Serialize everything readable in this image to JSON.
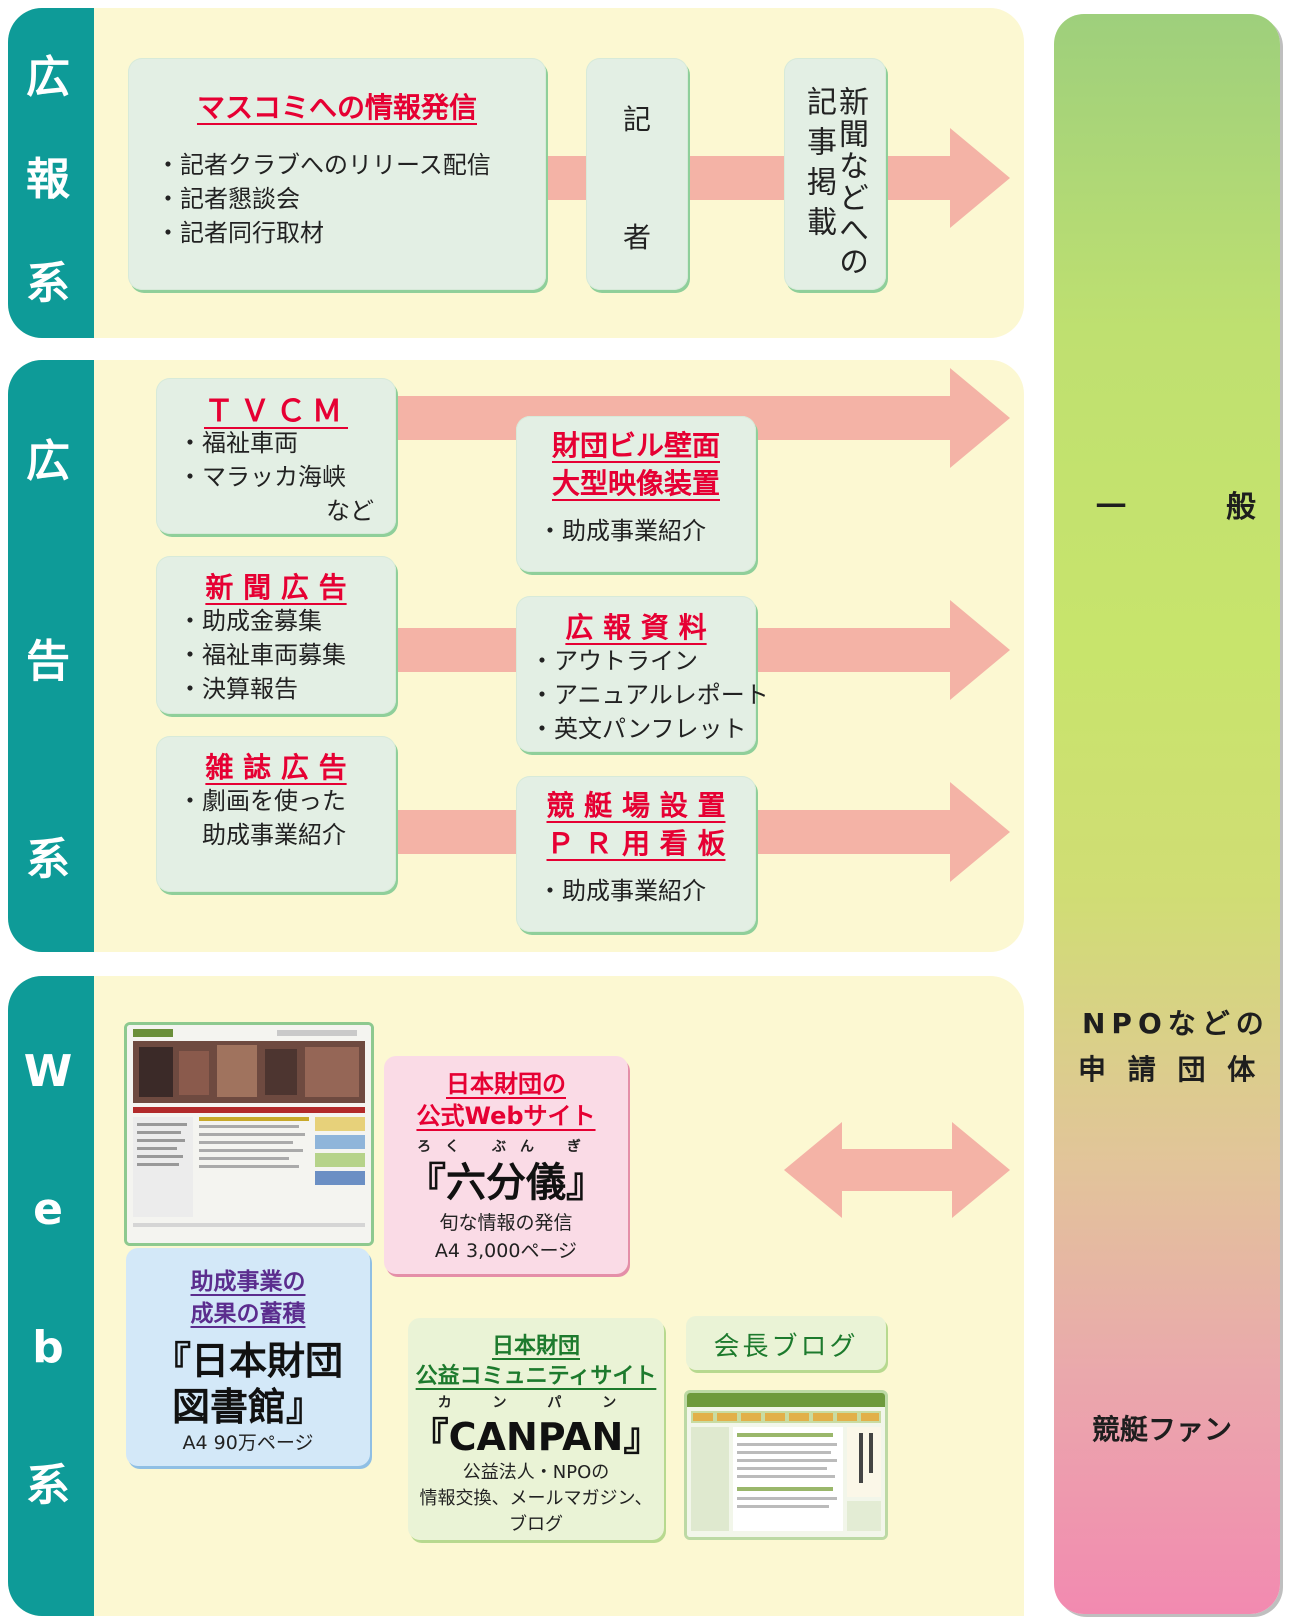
{
  "colors": {
    "tab": "#0e9b98",
    "section_bg": "#fcf8d2",
    "box_bg": "#e3efe4",
    "title_red": "#e60033",
    "arrow": "#f4b3a6",
    "pink_box": "#fadbe6",
    "blue_box": "#d3e8f8",
    "green_box": "#eaf3d6"
  },
  "sections": {
    "koho": {
      "chars": [
        "広",
        "報",
        "系"
      ]
    },
    "kokoku": {
      "chars": [
        "広",
        "告",
        "系"
      ]
    },
    "web": {
      "chars": [
        "W",
        "e",
        "b",
        "系"
      ]
    }
  },
  "koho": {
    "media": {
      "title": "マスコミへの情報発信",
      "items": [
        "・記者クラブへのリリース配信",
        "・記者懇談会",
        "・記者同行取材"
      ]
    },
    "reporter": {
      "chars": [
        "記",
        "者"
      ]
    },
    "publication": {
      "col1": "新聞などへの",
      "col2": "記事掲載"
    }
  },
  "kokoku": {
    "tvcm": {
      "title": "ＴＶＣＭ",
      "items": [
        "・福祉車両",
        "・マラッカ海峡"
      ],
      "note": "など"
    },
    "building": {
      "title1": "財団ビル壁面",
      "title2": "大型映像装置",
      "items": [
        "・助成事業紹介"
      ]
    },
    "newspaper": {
      "title": "新 聞 広 告",
      "items": [
        "・助成金募集",
        "・福祉車両募集",
        "・決算報告"
      ]
    },
    "materials": {
      "title": "広 報 資 料",
      "items": [
        "・アウトライン",
        "・アニュアルレポート",
        "・英文パンフレット"
      ]
    },
    "magazine": {
      "title": "雑 誌 広 告",
      "items": [
        "・劇画を使った",
        "　助成事業紹介"
      ]
    },
    "boatrace": {
      "title1": "競 艇 場 設 置",
      "title2": "Ｐ Ｒ 用 看 板",
      "items": [
        "・助成事業紹介"
      ]
    }
  },
  "web": {
    "official": {
      "title1": "日本財団の",
      "title2": "公式Webサイト",
      "ruby": "ろく ぶん ぎ",
      "name": "『六分儀』",
      "desc1": "旬な情報の発信",
      "desc2": "A4 3,000ページ"
    },
    "library": {
      "title1": "助成事業の",
      "title2": "成果の蓄積",
      "name1": "『日本財団",
      "name2": "図書館』",
      "desc": "A4 90万ページ"
    },
    "canpan": {
      "title1": "日本財団",
      "title2": "公益コミュニティサイト",
      "ruby": "カ ン パ ン",
      "name": "『CANPAN』",
      "desc1": "公益法人・NPOの",
      "desc2": "情報交換、メールマガジン、",
      "desc3": "ブログ"
    },
    "blog": {
      "label": "会長ブログ"
    }
  },
  "targets": {
    "general1": "一",
    "general2": "般",
    "npo1": "NPOなどの",
    "npo2": "申 請 団 体",
    "fans": "競艇ファン"
  }
}
